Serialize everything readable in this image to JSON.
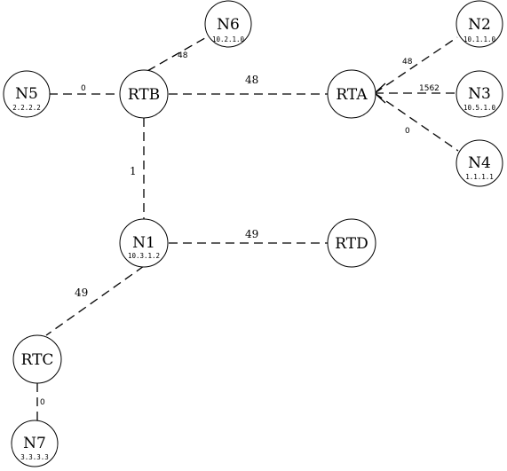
{
  "nodes": {
    "N6": {
      "label": "N6",
      "sub": "10.2.1.0"
    },
    "N5": {
      "label": "N5",
      "sub": "2.2.2.2"
    },
    "RTB": {
      "label": "RTB",
      "sub": ""
    },
    "RTA": {
      "label": "RTA",
      "sub": ""
    },
    "N2": {
      "label": "N2",
      "sub": "10.1.1.0"
    },
    "N3": {
      "label": "N3",
      "sub": "10.5.1.0"
    },
    "N4": {
      "label": "N4",
      "sub": "1.1.1.1"
    },
    "N1": {
      "label": "N1",
      "sub": "10.3.1.2"
    },
    "RTD": {
      "label": "RTD",
      "sub": ""
    },
    "RTC": {
      "label": "RTC",
      "sub": ""
    },
    "N7": {
      "label": "N7",
      "sub": "3.3.3.3"
    }
  },
  "edges": {
    "rtb_n6": "48",
    "n5_rtb": "0",
    "rtb_rta": "48",
    "rta_n2": "48",
    "rta_n3": "1562",
    "rta_n4": "0",
    "rtb_n1": "1",
    "n1_rtd": "49",
    "n1_rtc": "49",
    "rtc_n7": "0"
  }
}
